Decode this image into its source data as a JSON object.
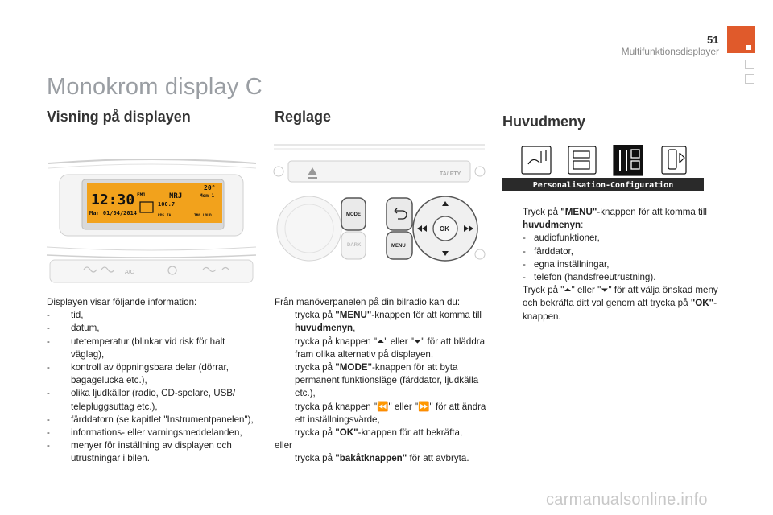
{
  "header": {
    "page_number": "51",
    "section": "Multifunktionsdisplayer"
  },
  "page_title": "Monokrom display C",
  "colors": {
    "accent": "#e05a2b",
    "title_gray": "#9a9ea3",
    "lcd_orange": "#f2a21c"
  },
  "col1": {
    "heading": "Visning på displayen",
    "display": {
      "time": "12:30",
      "temp": "20°",
      "date": "Mar 01/04/2014",
      "band": "FM1",
      "station": "NRJ",
      "freq": "100.7",
      "mem": "Mem 1",
      "rds": "RDS TA",
      "tmc": "TMC LOUD"
    },
    "intro": "Displayen visar följande information:",
    "items": [
      "tid,",
      "datum,",
      "utetemperatur (blinkar vid risk för halt väglag),",
      "kontroll av öppningsbara delar (dörrar, bagagelucka etc.),",
      "olika ljudkällor (radio, CD-spelare, USB/ telepluggsuttag etc.),",
      "färddatorn (se kapitlet \"Instrumentpanelen\"),",
      "informations- eller varningsmeddelanden,",
      "menyer för inställning av displayen och utrustningar i bilen."
    ],
    "dash": "-",
    "ac_label": "A/C"
  },
  "col2": {
    "heading": "Reglage",
    "panel": {
      "ta": "TA/ PTY",
      "mode": "MODE",
      "dark": "DARK",
      "menu": "MENU",
      "ok": "OK"
    },
    "intro": "Från manöverpanelen på din bilradio kan du:",
    "bullet": "",
    "b1_pre": "trycka på ",
    "b1_key": "\"MENU\"",
    "b1_post": "-knappen för att komma till ",
    "b1_key2": "huvudmenyn",
    "b1_end": ",",
    "b2": "trycka på knappen \"⏶\" eller \"⏷\" för att bläddra fram olika alternativ på displayen,",
    "b3_pre": "trycka på ",
    "b3_key": "\"MODE\"",
    "b3_post": "-knappen för att byta permanent funktionsläge (färddator, ljudkälla etc.),",
    "b4": "trycka på knappen \"⏪\" eller \"⏩\" för att ändra ett inställningsvärde,",
    "b5_pre": "trycka på ",
    "b5_key": "\"OK\"",
    "b5_post": "-knappen för att bekräfta,",
    "or": "eller",
    "b6_pre": "trycka på ",
    "b6_key": "\"bakåtknappen\"",
    "b6_post": " för att avbryta."
  },
  "col3": {
    "heading": "Huvudmeny",
    "menu_caption": "Personalisation-Configuration",
    "bullet": "",
    "b1_pre": "Tryck på ",
    "b1_key": "\"MENU\"",
    "b1_post": "-knappen för att komma till ",
    "b1_key2": "huvudmenyn",
    "b1_end": ":",
    "sub_items": [
      "audiofunktioner,",
      "färddator,",
      "egna inställningar,",
      "telefon (handsfreeutrustning)."
    ],
    "b2_pre": "Tryck på \"⏶\" eller \"⏷\" för att välja önskad meny och bekräfta ditt val genom att trycka på ",
    "b2_key": "\"OK\"",
    "b2_post": "-knappen."
  },
  "watermark": "carmanualsonline.info"
}
